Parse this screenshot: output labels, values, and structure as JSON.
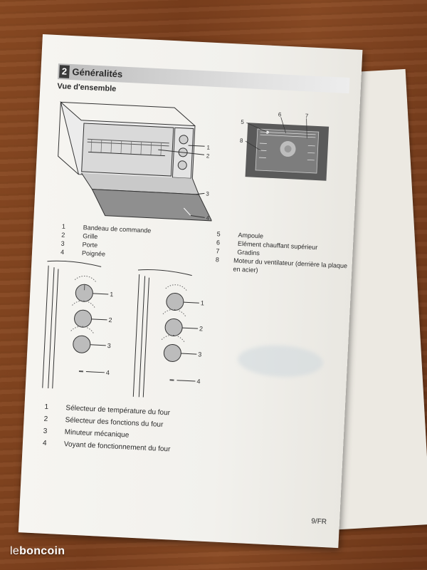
{
  "section": {
    "number": "2",
    "title": "Généralités"
  },
  "subtitle": "Vue d'ensemble",
  "oven_parts": [
    {
      "num": "1",
      "label": "Bandeau de commande"
    },
    {
      "num": "2",
      "label": "Grille"
    },
    {
      "num": "3",
      "label": "Porte"
    },
    {
      "num": "4",
      "label": "Poignée"
    },
    {
      "num": "5",
      "label": "Ampoule"
    },
    {
      "num": "6",
      "label": "Elément chauffant supérieur"
    },
    {
      "num": "7",
      "label": "Gradins"
    },
    {
      "num": "8",
      "label": "Moteur du ventilateur (derrière la plaque en acier)"
    }
  ],
  "controls": [
    {
      "num": "1",
      "label": "Sélecteur de température du four"
    },
    {
      "num": "2",
      "label": "Sélecteur des fonctions du four"
    },
    {
      "num": "3",
      "label": "Minuteur mécanique"
    },
    {
      "num": "4",
      "label": "Voyant de fonctionnement du four"
    }
  ],
  "callouts": {
    "oven": [
      "1",
      "2",
      "3",
      "4"
    ],
    "interior": [
      "5",
      "6",
      "7",
      "8"
    ],
    "panel": [
      "1",
      "2",
      "3",
      "4"
    ]
  },
  "page_number": "9/FR",
  "watermark": {
    "part1": "le",
    "part2": "boncoin"
  }
}
